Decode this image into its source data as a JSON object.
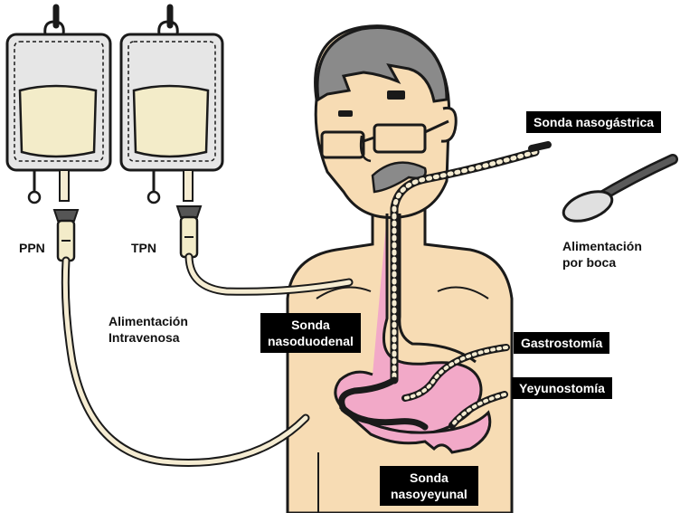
{
  "labels": {
    "ppn": "PPN",
    "tpn": "TPN",
    "iv_feeding_line1": "Alimentación",
    "iv_feeding_line2": "Intravenosa",
    "oral_feeding_line1": "Alimentación",
    "oral_feeding_line2": "por boca"
  },
  "tags": {
    "nasogastric": "Sonda nasogástrica",
    "nasoduodenal_line1": "Sonda",
    "nasoduodenal_line2": "nasoduodenal",
    "gastrostomy": "Gastrostomía",
    "jejunostomy": "Yeyunostomía",
    "nasojejunal_line1": "Sonda",
    "nasojejunal_line2": "nasoyeyunal"
  },
  "colors": {
    "skin": "#f7dcb4",
    "hair": "#8a8a8a",
    "bag": "#e6e6e6",
    "fluid": "#f3ecc9",
    "tube": "#f5ecd2",
    "stomach": "#f2a9c8",
    "outline": "#1a1a1a"
  }
}
